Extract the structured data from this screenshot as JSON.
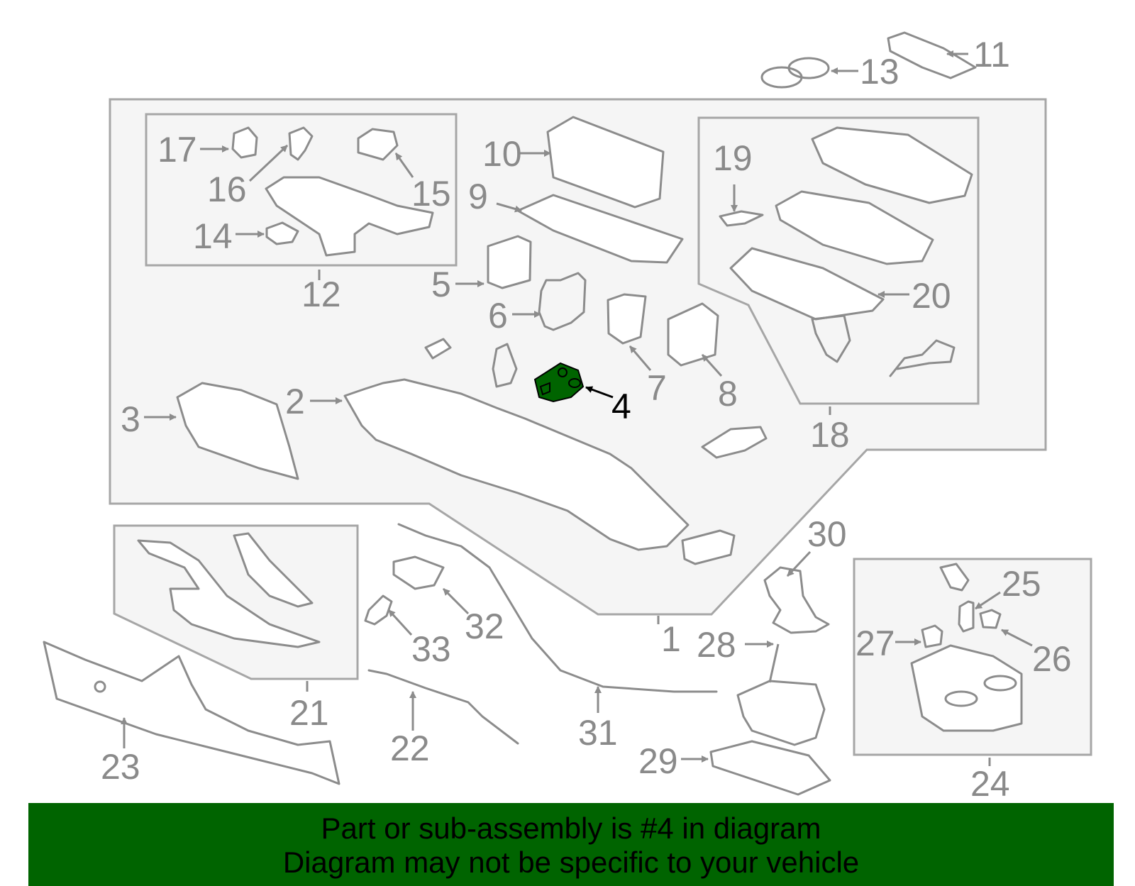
{
  "diagram": {
    "labels": {
      "l1": "1",
      "l2": "2",
      "l3": "3",
      "l4": "4",
      "l5": "5",
      "l6": "6",
      "l7": "7",
      "l8": "8",
      "l9": "9",
      "l10": "10",
      "l11": "11",
      "l12": "12",
      "l13": "13",
      "l14": "14",
      "l15": "15",
      "l16": "16",
      "l17": "17",
      "l18": "18",
      "l19": "19",
      "l20": "20",
      "l21": "21",
      "l22": "22",
      "l23": "23",
      "l24": "24",
      "l25": "25",
      "l26": "26",
      "l27": "27",
      "l28": "28",
      "l29": "29",
      "l30": "30",
      "l31": "31",
      "l32": "32",
      "l33": "33"
    },
    "highlight_color": "#006400",
    "highlighted_part": "4"
  },
  "banner": {
    "line1": "Part or sub-assembly is #4 in diagram",
    "line2": "Diagram may not be specific to your vehicle",
    "background": "#006400"
  }
}
